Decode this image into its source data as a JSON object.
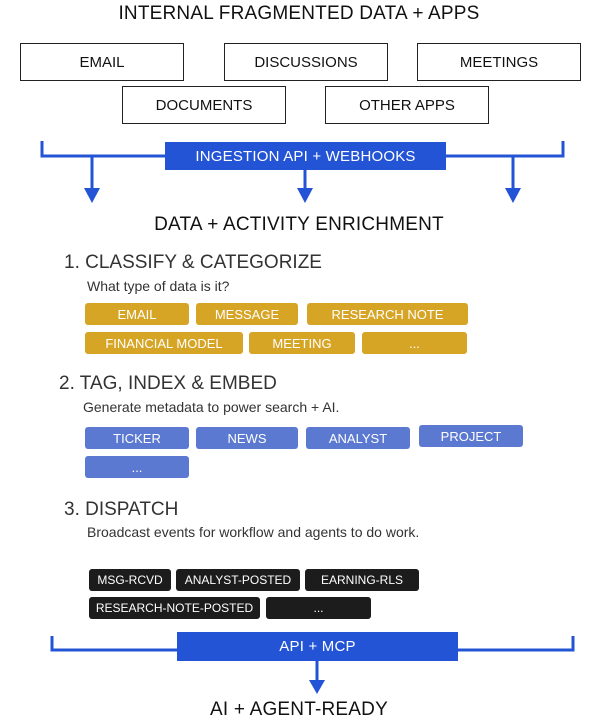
{
  "title": "INTERNAL FRAGMENTED DATA + APPS",
  "sources": [
    "EMAIL",
    "DISCUSSIONS",
    "MEETINGS",
    "DOCUMENTS",
    "OTHER APPS"
  ],
  "ingestion_label": "INGESTION API + WEBHOOKS",
  "enrichment_title": "DATA + ACTIVITY ENRICHMENT",
  "steps": [
    {
      "title": "1. CLASSIFY & CATEGORIZE",
      "description": "What type of data is it?",
      "chips": [
        "EMAIL",
        "MESSAGE",
        "RESEARCH NOTE",
        "FINANCIAL MODEL",
        "MEETING",
        "..."
      ]
    },
    {
      "title": "2. TAG, INDEX & EMBED",
      "description": "Generate metadata to power search + AI.",
      "chips": [
        "TICKER",
        "NEWS",
        "ANALYST",
        "PROJECT",
        "..."
      ]
    },
    {
      "title": "3. DISPATCH",
      "description": "Broadcast events for workflow and agents to do work.",
      "chips": [
        "MSG-RCVD",
        "ANALYST-POSTED",
        "EARNING-RLS",
        "RESEARCH-NOTE-POSTED",
        "..."
      ]
    }
  ],
  "api_label": "API + MCP",
  "output_label": "AI + AGENT-READY",
  "colors": {
    "blue": "#2354d6",
    "chip_gold": "#d6a526",
    "chip_blue": "#5b79d0",
    "chip_black": "#1c1c1c"
  }
}
